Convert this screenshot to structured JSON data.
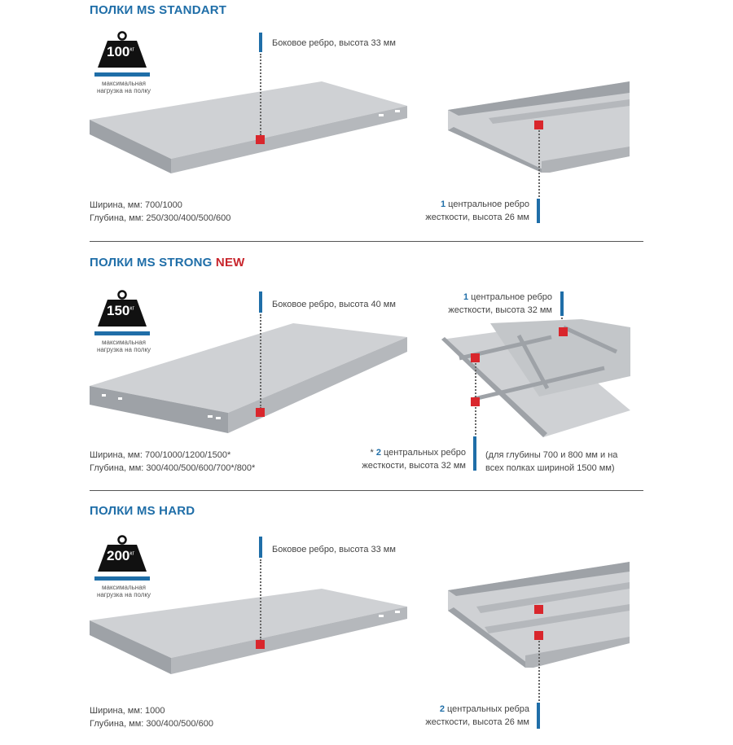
{
  "sections": [
    {
      "title": "ПОЛКИ MS STANDART",
      "title_new": "",
      "weight": {
        "value": "100",
        "unit": "кг",
        "caption_l1": "максимальная",
        "caption_l2": "нагрузка на полку"
      },
      "side_rib": "Боковое ребро, высота 33 мм",
      "dims_width": "Ширина, мм: 700/1000",
      "dims_depth": "Глубина, мм: 250/300/400/500/600",
      "rib_num": "1",
      "rib_l1": " центральное ребро",
      "rib_l2": "жесткости, высота 26 мм"
    },
    {
      "title": "ПОЛКИ MS STRONG ",
      "title_new": "NEW",
      "weight": {
        "value": "150",
        "unit": "кг",
        "caption_l1": "максимальная",
        "caption_l2": "нагрузка на полку"
      },
      "side_rib": "Боковое ребро, высота 40 мм",
      "dims_width": "Ширина, мм: 700/1000/1200/1500*",
      "dims_depth": "Глубина, мм: 300/400/500/600/700*/800*",
      "rib_num": "1",
      "rib_l1": " центральное ребро",
      "rib_l2": "жесткости, высота 32 мм",
      "rib2_prefix": "* ",
      "rib2_num": "2",
      "rib2_l1": " центральных ребро",
      "rib2_l2": "жесткости, высота 32 мм",
      "note_l1": "(для глубины 700 и 800 мм и на",
      "note_l2": "всех полках шириной 1500 мм)"
    },
    {
      "title": "ПОЛКИ MS HARD",
      "title_new": "",
      "weight": {
        "value": "200",
        "unit": "кг",
        "caption_l1": "максимальная",
        "caption_l2": "нагрузка на полку"
      },
      "side_rib": "Боковое ребро, высота 33 мм",
      "dims_width": "Ширина, мм: 1000",
      "dims_depth": "Глубина, мм: 300/400/500/600",
      "rib_num": "2",
      "rib_l1": " центральных ребра",
      "rib_l2": "жесткости, высота 26 мм"
    }
  ],
  "colors": {
    "accent_blue": "#1f6ea8",
    "accent_red": "#d9262c",
    "metal": "#c9cbce"
  }
}
